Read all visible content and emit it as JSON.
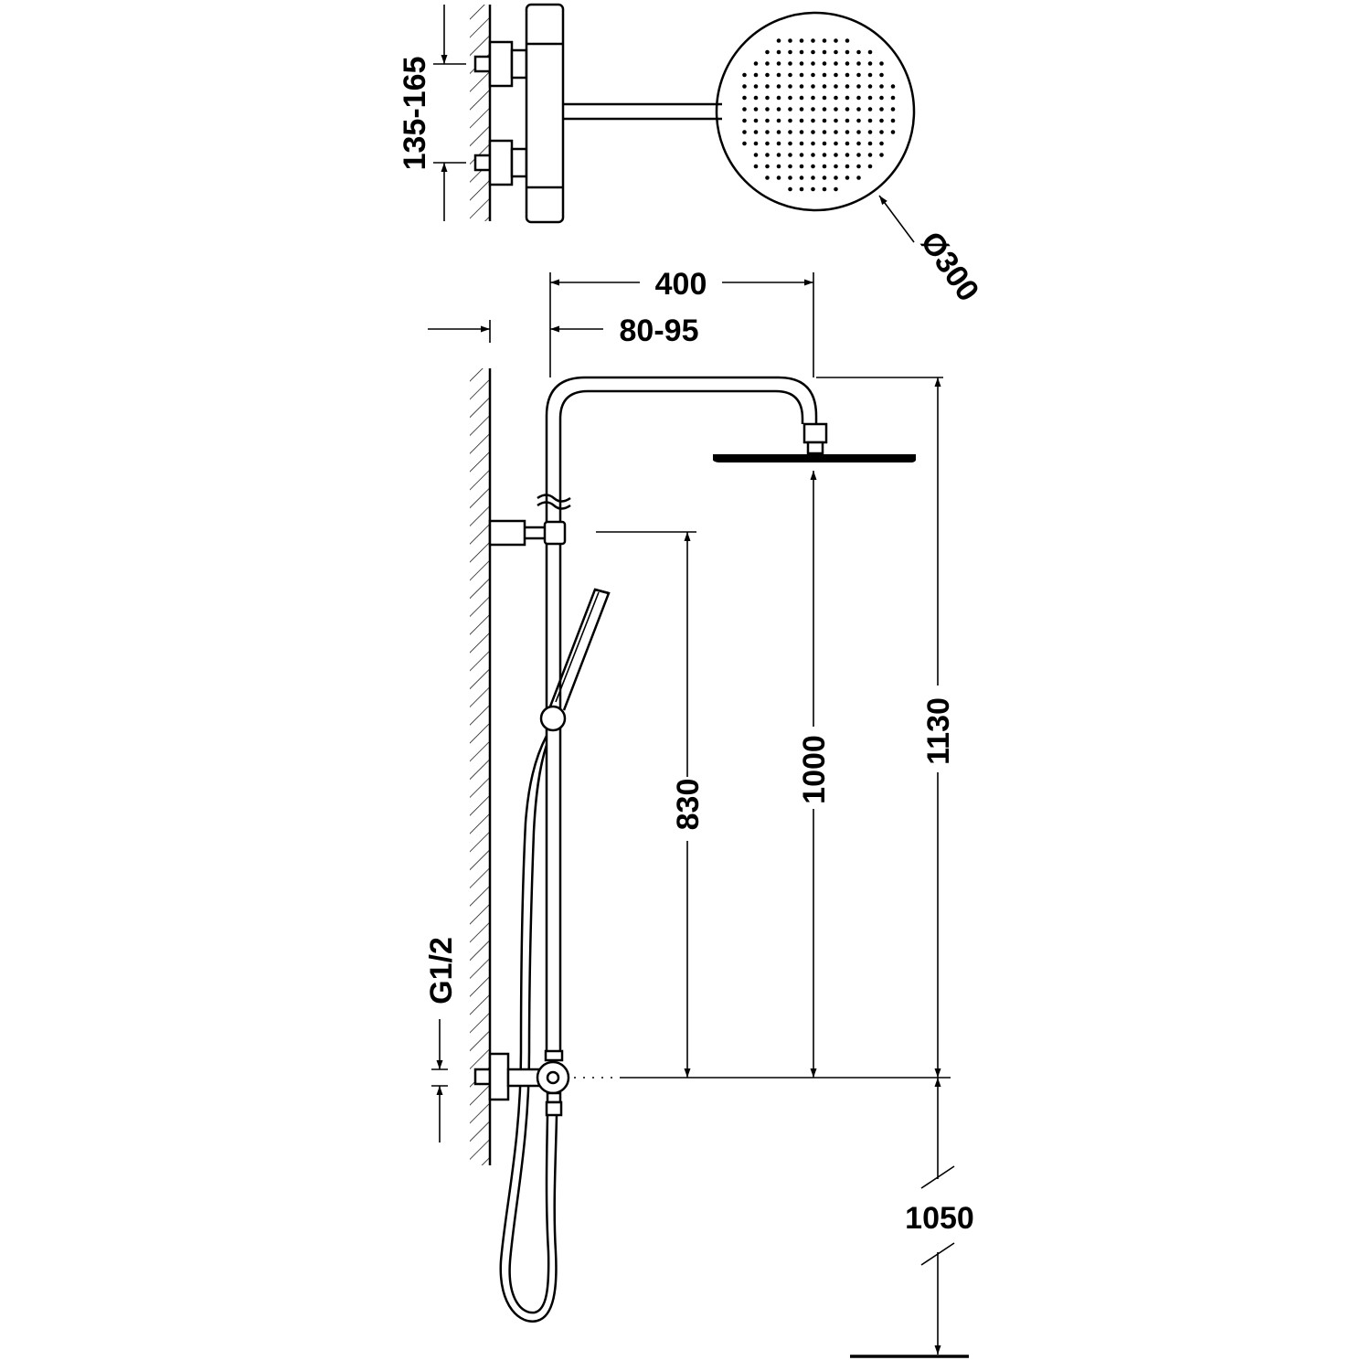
{
  "dimensions": {
    "valve_spacing": "135-165",
    "head_diameter": "Ø300",
    "arm_projection": "400",
    "wall_offset": "80-95",
    "holder_height": "830",
    "head_height": "1000",
    "total_height": "1130",
    "floor_to_valve": "1050",
    "inlet_thread": "G1/2"
  }
}
